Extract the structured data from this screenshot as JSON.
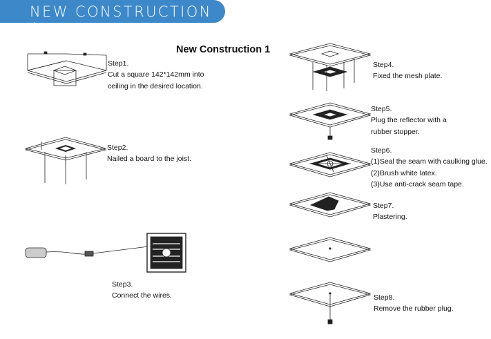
{
  "banner": "NEW CONSTRUCTION 1",
  "title": "New Construction 1",
  "steps": {
    "s1": {
      "label": "Step1.",
      "lines": [
        "Cut a square 142*142mm into",
        "ceiling in the desired location."
      ]
    },
    "s2": {
      "label": "Step2.",
      "lines": [
        "Nailed a board to the joist."
      ]
    },
    "s3": {
      "label": "Step3.",
      "lines": [
        "Connect the wires."
      ]
    },
    "s4": {
      "label": "Step4.",
      "lines": [
        "Fixed the mesh plate."
      ]
    },
    "s5": {
      "label": "Step5.",
      "lines": [
        "Plug the reflector with a",
        "rubber stopper."
      ]
    },
    "s6": {
      "label": "Step6.",
      "lines": [
        "(1)Seal the seam with caulking glue.",
        "(2)Brush white latex.",
        "(3)Use anti-crack seam tape."
      ]
    },
    "s7": {
      "label": "Step7.",
      "lines": [
        "Plastering."
      ]
    },
    "s8": {
      "label": "Step8.",
      "lines": [
        "Remove the rubber plug."
      ]
    }
  },
  "colors": {
    "banner": "#3c88c9"
  }
}
